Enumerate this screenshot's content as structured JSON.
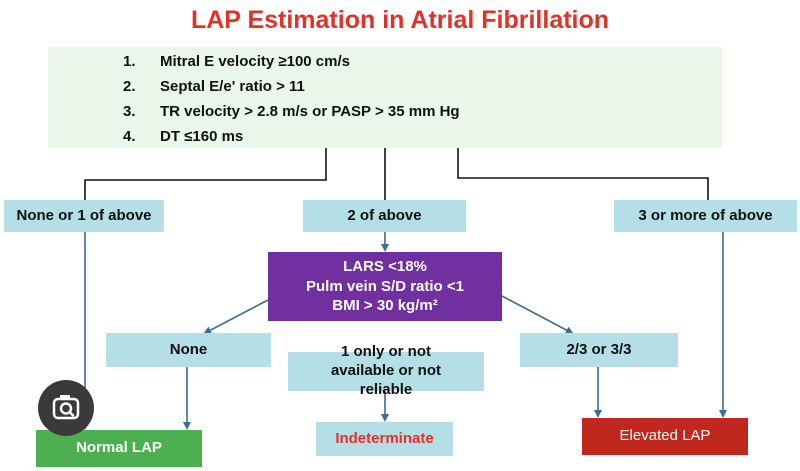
{
  "title": "LAP Estimation in Atrial Fibrillation",
  "criteria": [
    {
      "num": "1.",
      "text": "Mitral E velocity ≥100 cm/s"
    },
    {
      "num": "2.",
      "text": "Septal E/e' ratio > 11"
    },
    {
      "num": "3.",
      "text": "TR velocity > 2.8 m/s or PASP > 35 mm Hg"
    },
    {
      "num": "4.",
      "text": "DT ≤160 ms"
    }
  ],
  "branches": {
    "left": "None or 1 of above",
    "middle": "2 of above",
    "right": "3 or more of above"
  },
  "secondary": {
    "line1": "LARS <18%",
    "line2": "Pulm vein S/D ratio <1",
    "line3": "BMI > 30 kg/m²"
  },
  "subbranches": {
    "none": "None",
    "one": "1 only or not available or not reliable",
    "two_three": "2/3 or 3/3"
  },
  "outcomes": {
    "normal": "Normal LAP",
    "indeterminate": "Indeterminate",
    "elevated": "Elevated LAP"
  },
  "colors": {
    "title": "#e0322a",
    "criteria_bg": "#eaf6e9",
    "box_bg": "#b5dfe6",
    "purple": "#7030a0",
    "normal": "#4caf50",
    "elevated": "#c0281d",
    "arrow": "#3b6e96"
  },
  "overlay_icon": "lens-search-icon"
}
